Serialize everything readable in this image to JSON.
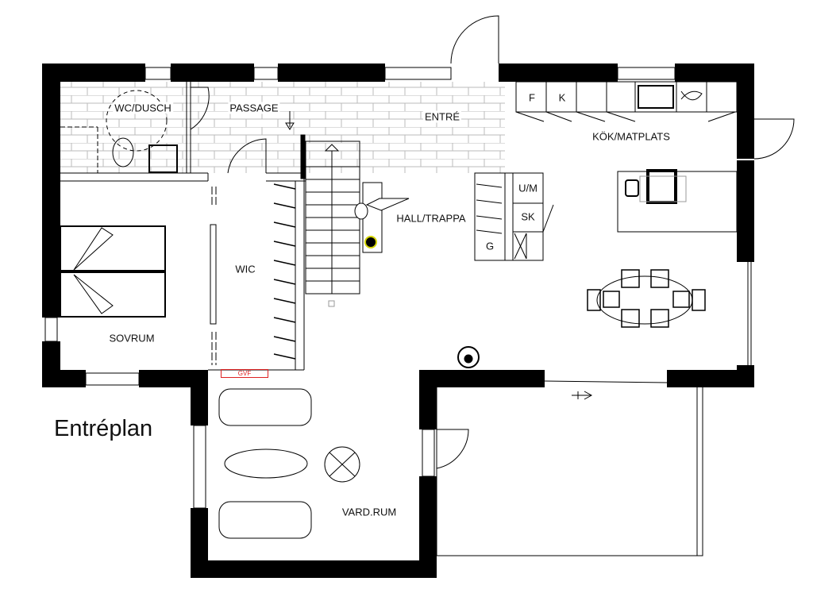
{
  "plan_title": "Entréplan",
  "rooms": {
    "wc_dusch": "WC/DUSCH",
    "passage": "PASSAGE",
    "entre": "ENTRÉ",
    "kok_matplats": "KÖK/MATPLATS",
    "hall_trappa": "HALL/TRAPPA",
    "wic": "WIC",
    "sovrum": "SOVRUM",
    "vardrum": "VARD.RUM"
  },
  "fixtures": {
    "fridge": "F",
    "freezer": "K",
    "utility": "U/M",
    "cabinet": "SK",
    "wardrobe": "G",
    "gvf": "GVF"
  },
  "colors": {
    "wall": "#000000",
    "brick": "#bbbbbb",
    "gvf": "#dd2222",
    "plant": "#d4d400"
  }
}
